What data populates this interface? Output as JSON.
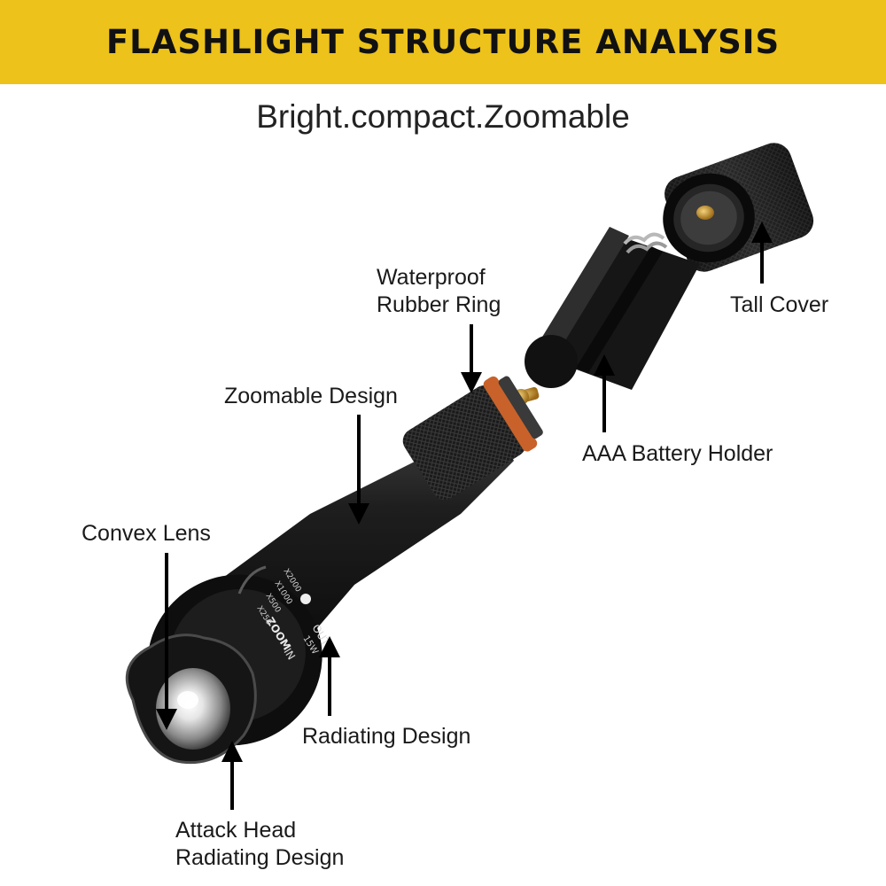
{
  "header": {
    "title": "FLASHLIGHT STRUCTURE ANALYSIS",
    "subtitle": "Bright.compact.Zoomable",
    "banner_color": "#ecc21b"
  },
  "labels": {
    "waterproof_ring": [
      "Waterproof",
      "Rubber Ring"
    ],
    "tall_cover": "Tall Cover",
    "zoomable_design": "Zoomable Design",
    "battery_holder": "AAA Battery Holder",
    "convex_lens": "Convex Lens",
    "radiating_design": "Radiating Design",
    "attack_head": [
      "Attack Head",
      "Radiating Design"
    ]
  },
  "body_markings": {
    "zoom": "ZOOM",
    "out": "OUT",
    "in": "IN",
    "scale": [
      "X250",
      "X500",
      "X1000",
      "X2000"
    ],
    "lumens": "15W"
  },
  "colors": {
    "body": "#151515",
    "highlight": "#5a5a5a",
    "rubber_ring": "#c8622a",
    "brass": "#c9962f",
    "arrow": "#000000"
  }
}
